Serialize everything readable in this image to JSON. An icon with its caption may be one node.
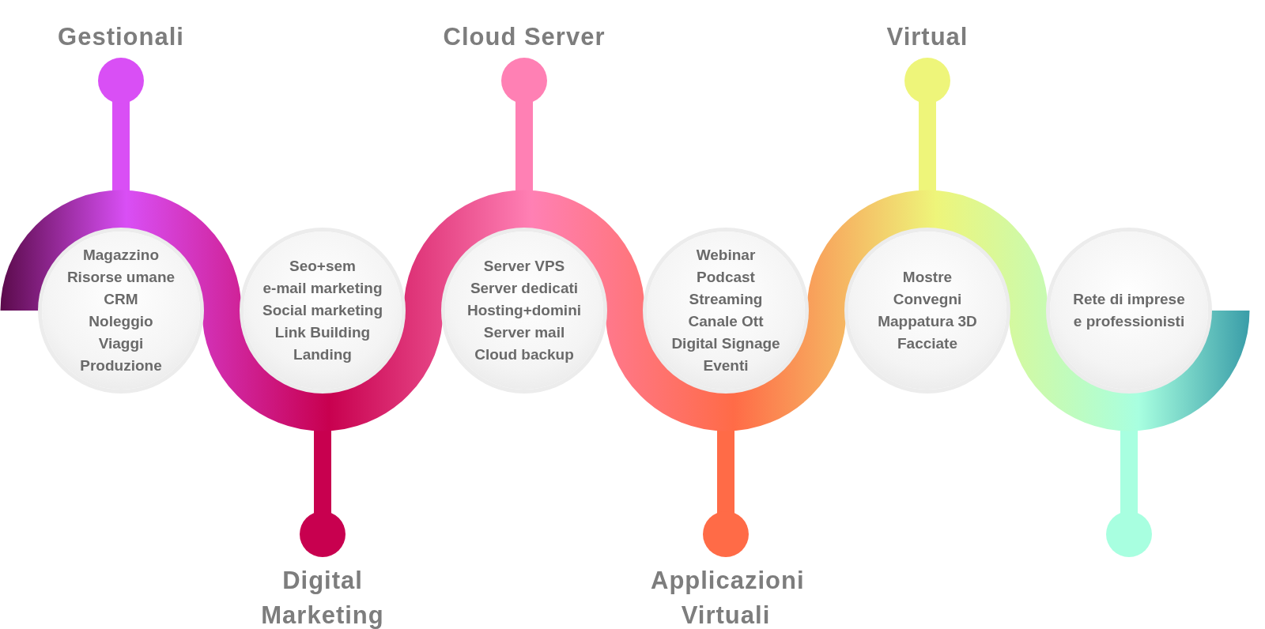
{
  "diagram": {
    "nodes": [
      {
        "text": [
          "Gestionali"
        ]
      },
      {
        "text": [
          "Magazzino",
          "Risorse umane",
          "CRM",
          "Noleggio",
          "Viaggi",
          "Produzione"
        ]
      },
      {
        "text": [
          "Digital Marketing"
        ]
      },
      {
        "text": [
          "Seo+sem",
          "e-mail marketing",
          "Social marketing",
          "Link Building",
          "Landing"
        ]
      },
      {
        "text": [
          "Cloud Server"
        ]
      },
      {
        "text": [
          "Server VPS",
          "Server dedicati",
          "Hosting+domini",
          "Server mail",
          "Cloud backup"
        ]
      },
      {
        "text": [
          "Applicazioni Virtuali"
        ]
      },
      {
        "text": [
          "Webinar",
          "Podcast",
          "Streaming",
          "Canale Ott",
          "Digital Signage",
          "Eventi"
        ]
      },
      {
        "text": [
          "Virtual"
        ]
      },
      {
        "text": [
          "Mostre",
          "Convegni",
          "Mappatura 3D",
          "Facciate"
        ]
      },
      {
        "text": [],
        "shape": "circle"
      },
      {
        "text": [
          "Rete di imprese e professionisti"
        ]
      }
    ]
  }
}
